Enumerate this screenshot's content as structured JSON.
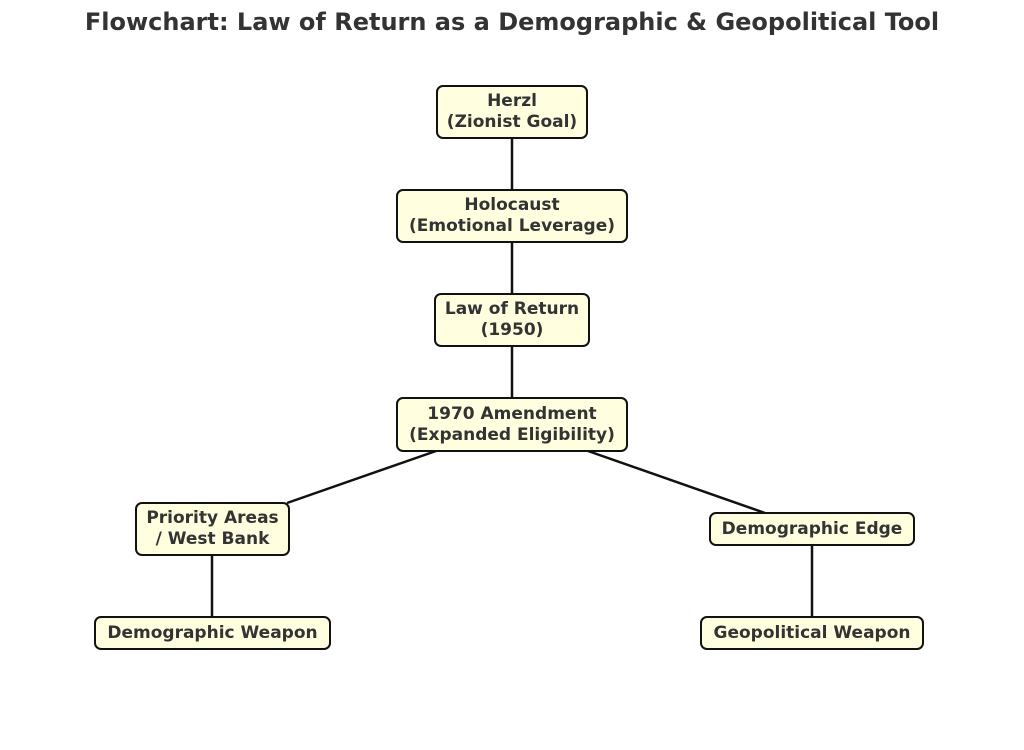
{
  "title": "Flowchart: Law of Return as a Demographic & Geopolitical Tool",
  "colors": {
    "node_fill": "#ffffe0",
    "node_border": "#111111",
    "text": "#333333",
    "edge": "#111111"
  },
  "nodes": {
    "herzl": {
      "line1": "Herzl",
      "line2": "(Zionist Goal)"
    },
    "holocaust": {
      "line1": "Holocaust",
      "line2": "(Emotional Leverage)"
    },
    "law_of_return": {
      "line1": "Law of Return",
      "line2": "(1950)"
    },
    "amendment": {
      "line1": "1970 Amendment",
      "line2": "(Expanded Eligibility)"
    },
    "priority_areas": {
      "line1": "Priority Areas",
      "line2": "/ West Bank"
    },
    "demographic_edge": {
      "line1": "Demographic Edge"
    },
    "demographic_weapon": {
      "line1": "Demographic Weapon"
    },
    "geopolitical_weapon": {
      "line1": "Geopolitical Weapon"
    }
  }
}
